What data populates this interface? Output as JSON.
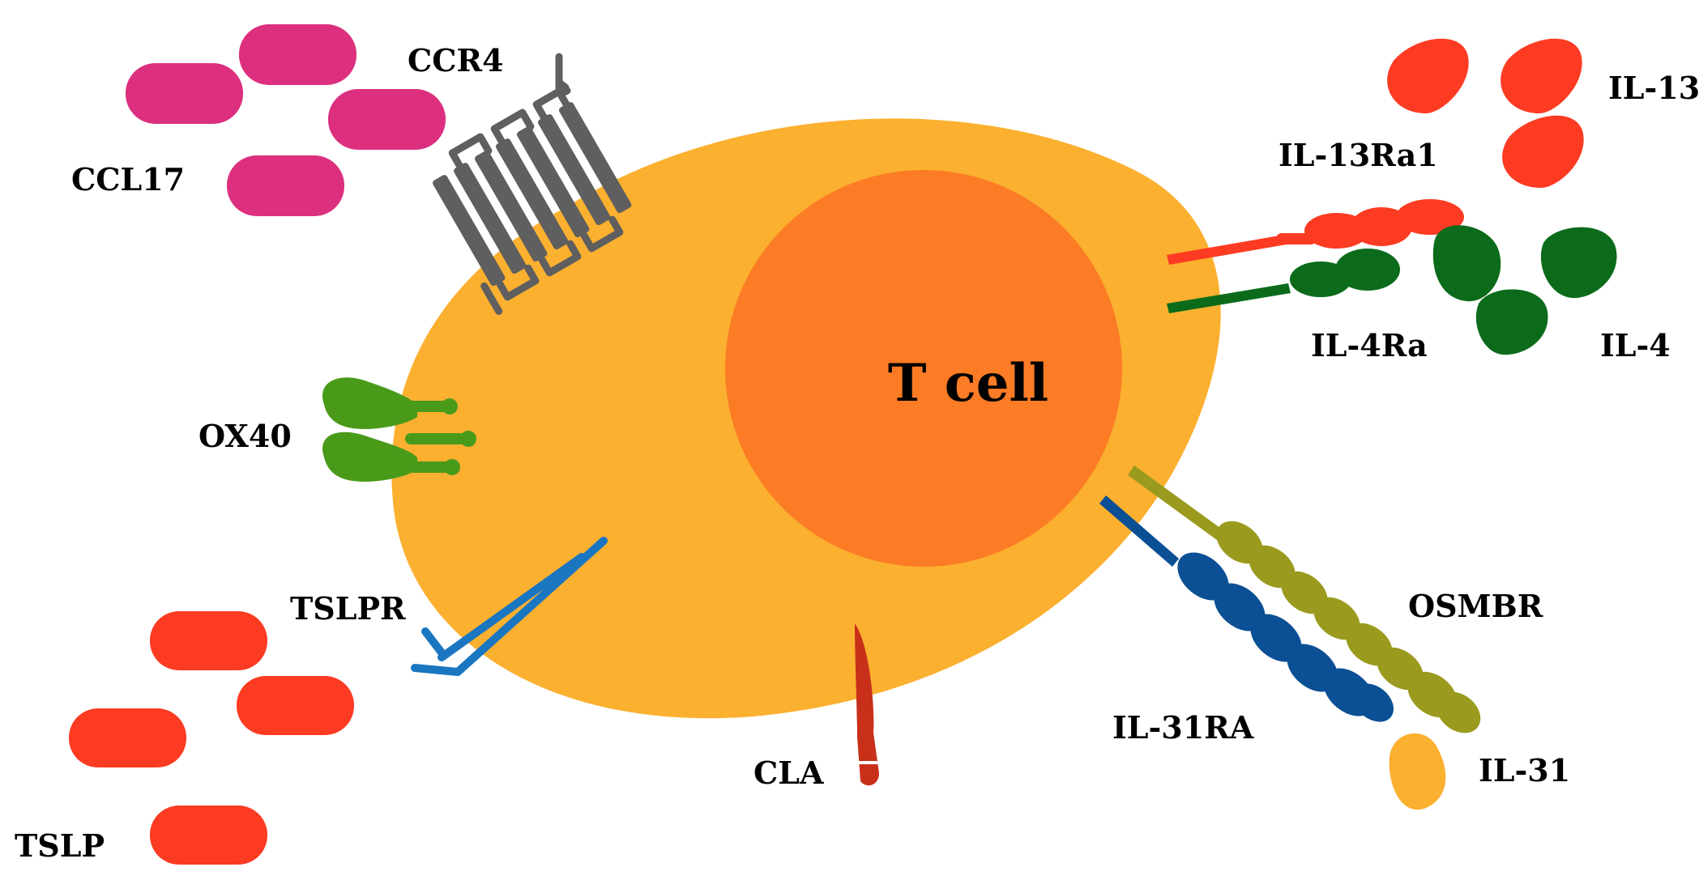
{
  "cell": {
    "label": "T cell"
  },
  "labels": {
    "ccl17": "CCL17",
    "ccr4": "CCR4",
    "ox40": "OX40",
    "tslpr": "TSLPR",
    "tslp": "TSLP",
    "cla": "CLA",
    "il13": "IL-13",
    "il13ra1": "IL-13Ra1",
    "il4ra": "IL-4Ra",
    "il4": "IL-4",
    "osmbr": "OSMBR",
    "il31ra": "IL-31RA",
    "il31": "IL-31"
  },
  "colors": {
    "cytoplasm": "#fbb030",
    "nucleus": "#fc7b25",
    "ccl17": "#dc2f7e",
    "ccr4": "#5f5f5f",
    "ox40": "#4a9a1a",
    "tslpr": "#1a76c0",
    "tslp": "#fc3b22",
    "cla": "#c8301a",
    "il13": "#fc3b22",
    "il13ra1": "#fc3b22",
    "il4ra": "#0b6b1a",
    "il4": "#0b6b1a",
    "osmbr": "#9a9a1e",
    "il31ra": "#0b4f94",
    "il31": "#fbb030"
  }
}
